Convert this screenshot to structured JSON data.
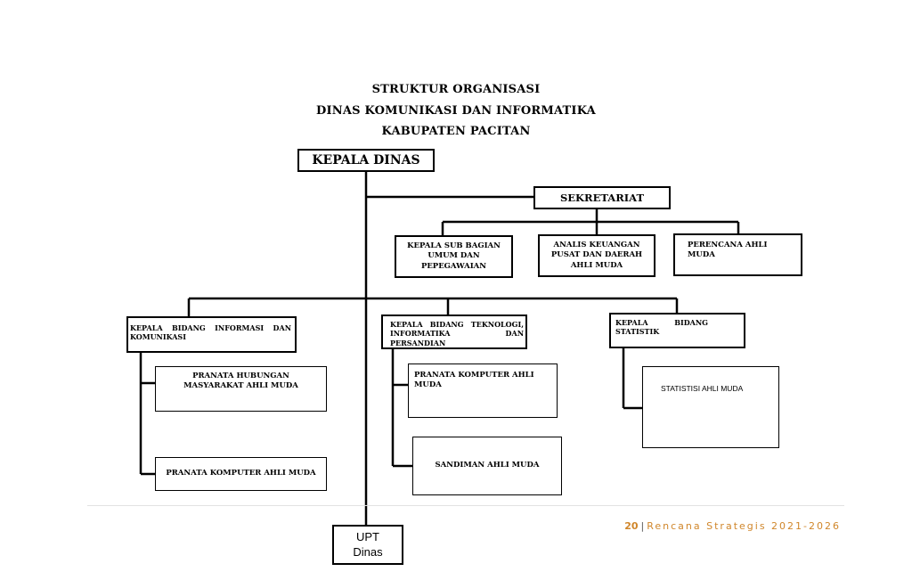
{
  "title": {
    "line1": "STRUKTUR ORGANISASI",
    "line2": "DINAS KOMUNIKASI DAN INFORMATIKA",
    "line3": "KABUPATEN PACITAN"
  },
  "nodes": {
    "kepala_dinas": "KEPALA DINAS",
    "sekretariat": "SEKRETARIAT",
    "kasubag_umum": "KEPALA SUB BAGIAN UMUM DAN PEPEGAWAIAN",
    "analis_keuangan": "ANALIS KEUANGAN PUSAT DAN DAERAH AHLI MUDA",
    "perencana": "PERENCANA AHLI MUDA",
    "kabid_ikp": "KEPALA BIDANG INFORMASI DAN KOMUNIKASI",
    "pranata_humas": "PRANATA HUBUNGAN MASYARAKAT AHLI MUDA",
    "pranata_komputer_ikp": "PRANATA KOMPUTER AHLI MUDA",
    "kabid_tips": "KEPALA BIDANG TEKNOLOGI, INFORMATIKA DAN PERSANDIAN",
    "pranata_komputer_tips": "PRANATA KOMPUTER AHLI MUDA",
    "sandiman": "SANDIMAN AHLI MUDA",
    "kabid_statistik": "KEPALA BIDANG STATISTIK",
    "statistisi": "STATISTISI AHLI MUDA",
    "upt_line1": "UPT",
    "upt_line2": "Dinas"
  },
  "footer": {
    "page_number": "20",
    "separator": "|",
    "text": "Rencana Strategis 2021-2026"
  }
}
